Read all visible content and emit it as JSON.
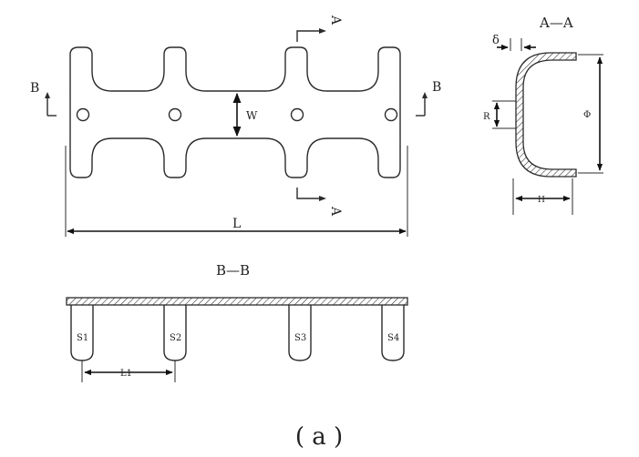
{
  "labels": {
    "section_aa_title": "A—A",
    "section_bb_title": "B—B",
    "caption": "( a )",
    "cut_a_top": "A",
    "cut_a_bottom": "A",
    "cut_b_left": "B",
    "cut_b_right": "B",
    "dim_width": "W",
    "dim_length": "L",
    "dim_thickness": "δ",
    "dim_radius": "R",
    "dim_diameter": "Φ",
    "dim_height": "H",
    "dim_pitch": "L1",
    "legs": [
      "S1",
      "S2",
      "S3",
      "S4"
    ]
  },
  "colors": {
    "line": "#2b2b2b",
    "hatch": "#2b2b2b",
    "background": "#ffffff"
  }
}
